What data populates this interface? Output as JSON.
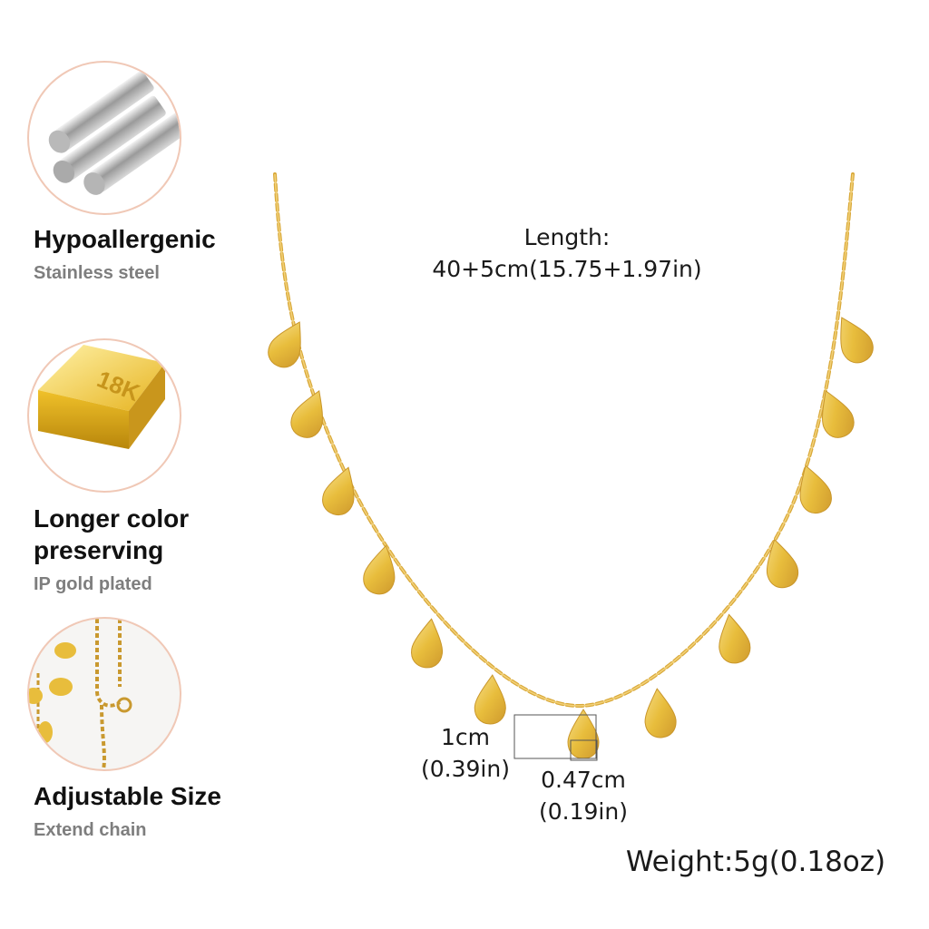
{
  "features": [
    {
      "title": "Hypoallergenic",
      "subtitle": "Stainless steel",
      "icon": "steel-rods-icon"
    },
    {
      "title": "Longer color preserving",
      "subtitle": "IP gold plated",
      "icon": "gold-bar-icon"
    },
    {
      "title": "Adjustable Size",
      "subtitle": "Extend chain",
      "icon": "extend-chain-icon"
    }
  ],
  "gold_bar_label": "18K",
  "specs": {
    "length_label": "Length:",
    "length_value": "40+5cm(15.75+1.97in)",
    "drop_height": "1cm",
    "drop_height_in": "(0.39in)",
    "drop_width": "0.47cm",
    "drop_width_in": "(0.19in)",
    "weight": "Weight:5g(0.18oz)"
  },
  "colors": {
    "gold": "#e8bd3c",
    "gold_dark": "#c9962a",
    "circle_border": "#f0c8b6"
  }
}
